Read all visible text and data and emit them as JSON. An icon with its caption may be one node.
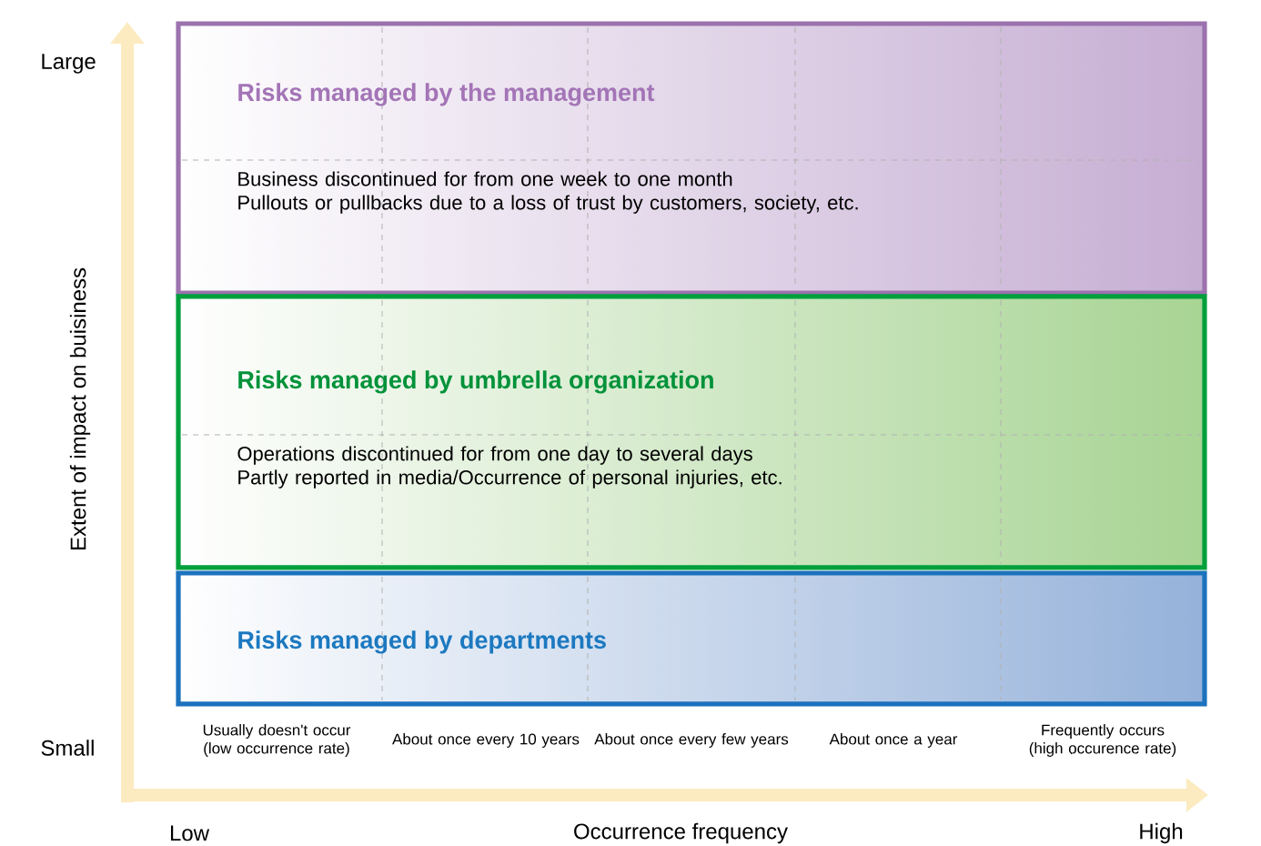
{
  "diagram": {
    "nodes": [
      {
        "text": [
          "Risks managed by the management",
          "Business discontinued for from one week to one month",
          "Pullouts or pullbacks due to a loss of trust by customers, society, etc."
        ]
      },
      {
        "text": [
          "Risks managed by umbrella organization",
          "Operations discontinued for from one day to several days",
          "Partly reported in media/Occurrence of personal injuries, etc."
        ]
      },
      {
        "text": [
          "Risks managed by departments"
        ]
      }
    ],
    "labels": [
      "Large",
      "Extent of impact on buisiness",
      "Small",
      "Usually doesn't occur (low occurrence rate)",
      "About once every 10 years",
      "About once every few years",
      "About once a year",
      "Frequently occurs (high occurence rate)",
      "Low",
      "Occurrence frequency",
      "High"
    ]
  }
}
